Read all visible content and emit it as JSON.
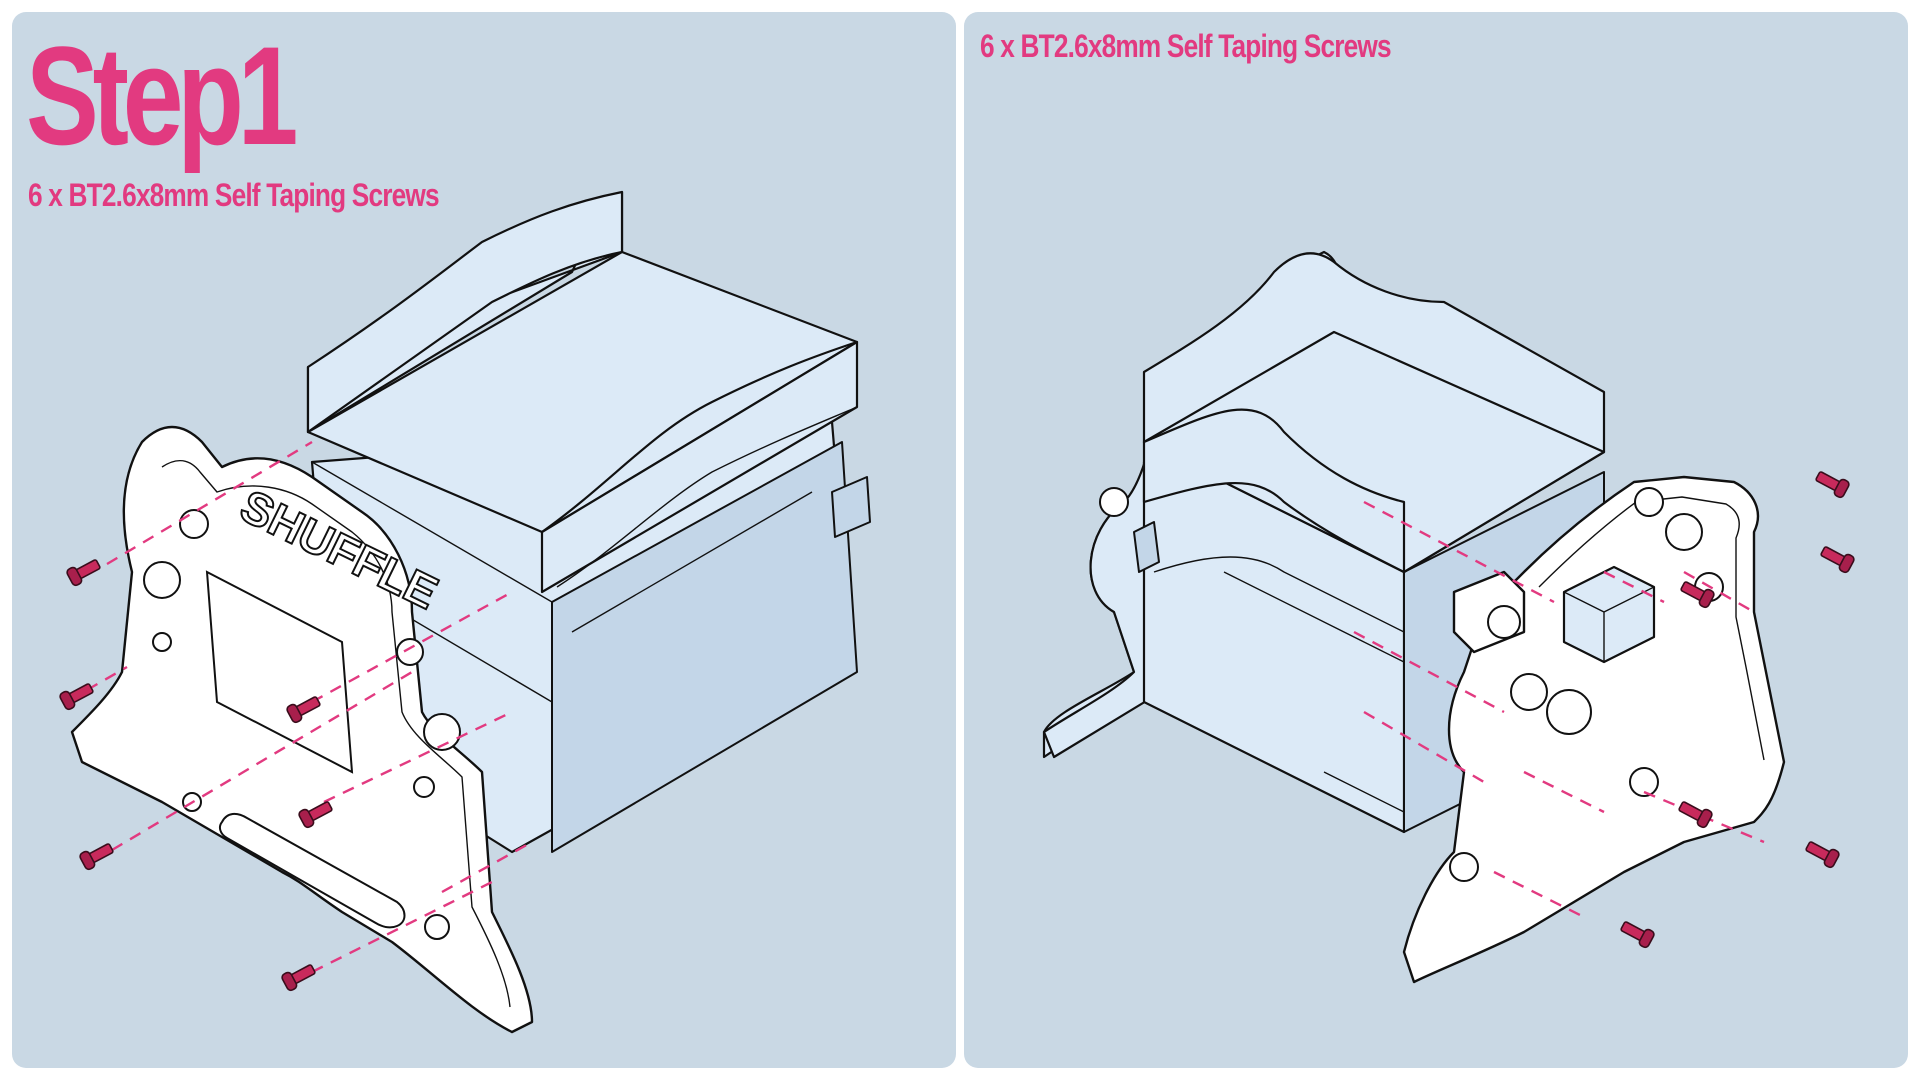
{
  "title": "Step1",
  "panels": [
    {
      "caption": "6 x BT2.6x8mm Self Taping Screws"
    },
    {
      "caption": "6 x BT2.6x8mm Self Taping Screws"
    }
  ],
  "logo_text": "SHUFFLE",
  "colors": {
    "accent": "#e23a80",
    "panel_bg": "#c9d8e4",
    "part_fill": "#dceaf7",
    "screw": "#c82a5c"
  }
}
